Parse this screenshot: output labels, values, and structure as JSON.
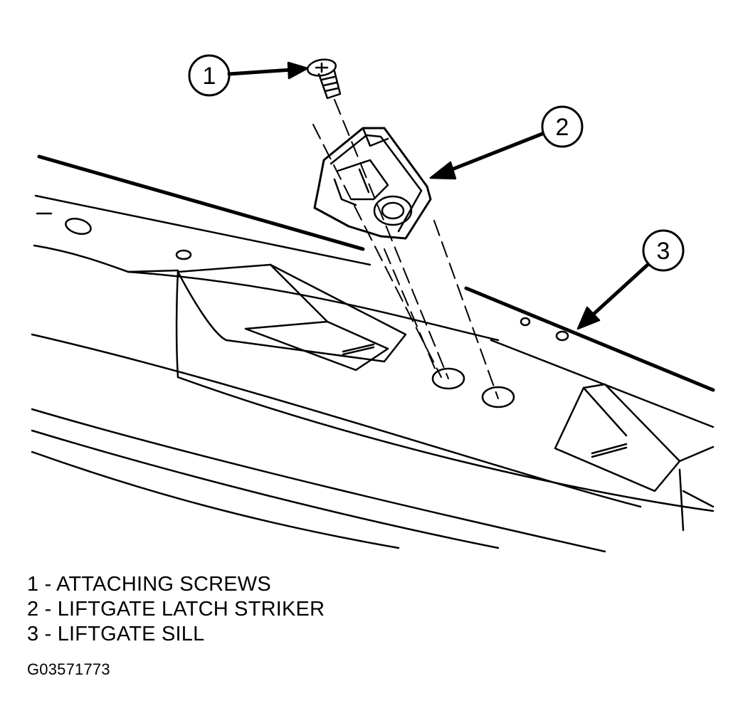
{
  "callouts": [
    {
      "number": "1"
    },
    {
      "number": "2"
    },
    {
      "number": "3"
    }
  ],
  "legend": [
    {
      "text": "1 - ATTACHING SCREWS"
    },
    {
      "text": "2 - LIFTGATE LATCH STRIKER"
    },
    {
      "text": "3 - LIFTGATE SILL"
    }
  ],
  "figure_id": "G03571773"
}
